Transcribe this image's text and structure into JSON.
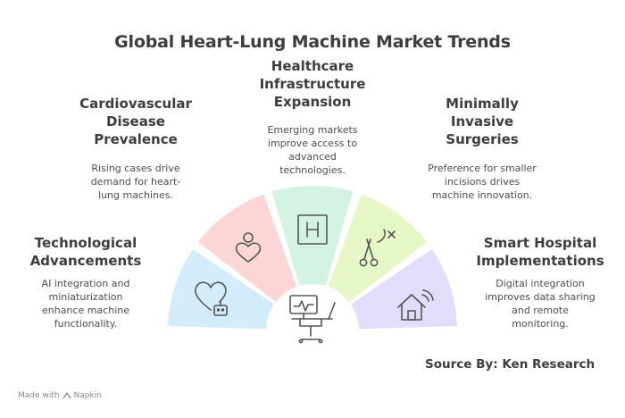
{
  "title": "Global Heart-Lung Machine Market Trends",
  "sections": {
    "tech": {
      "heading": [
        "Technological",
        "Advancements"
      ],
      "body": [
        "AI integration and",
        "miniaturization",
        "enhance machine",
        "functionality."
      ]
    },
    "cardio": {
      "heading": [
        "Cardiovascular",
        "Disease",
        "Prevalence"
      ],
      "body": [
        "Rising cases drive",
        "demand for heart-",
        "lung machines."
      ]
    },
    "infra": {
      "heading": [
        "Healthcare",
        "Infrastructure",
        "Expansion"
      ],
      "body": [
        "Emerging markets",
        "improve access to",
        "advanced",
        "technologies."
      ]
    },
    "minimal": {
      "heading": [
        "Minimally",
        "Invasive",
        "Surgeries"
      ],
      "body": [
        "Preference for smaller",
        "incisions drives",
        "machine innovation."
      ]
    },
    "smart": {
      "heading": [
        "Smart Hospital",
        "Implementations"
      ],
      "body": [
        "Digital integration",
        "improves data sharing",
        "and remote",
        "monitoring."
      ]
    }
  },
  "source": "Source By: Ken Research",
  "footer": {
    "made_with": "Made with",
    "brand": "Napkin"
  },
  "colors": {
    "tech": "#d3ecfb",
    "cardio": "#fcd6d6",
    "infra": "#d2f3e2",
    "minimal": "#e6f7c5",
    "smart": "#e3dcfb",
    "icon": "#555555"
  },
  "icons": {
    "tech": "heart-robot-icon",
    "cardio": "person-heart-icon",
    "infra": "hospital-h-icon",
    "minimal": "scissors-icon",
    "smart": "smart-home-icon",
    "center": "heart-lung-machine-icon"
  }
}
